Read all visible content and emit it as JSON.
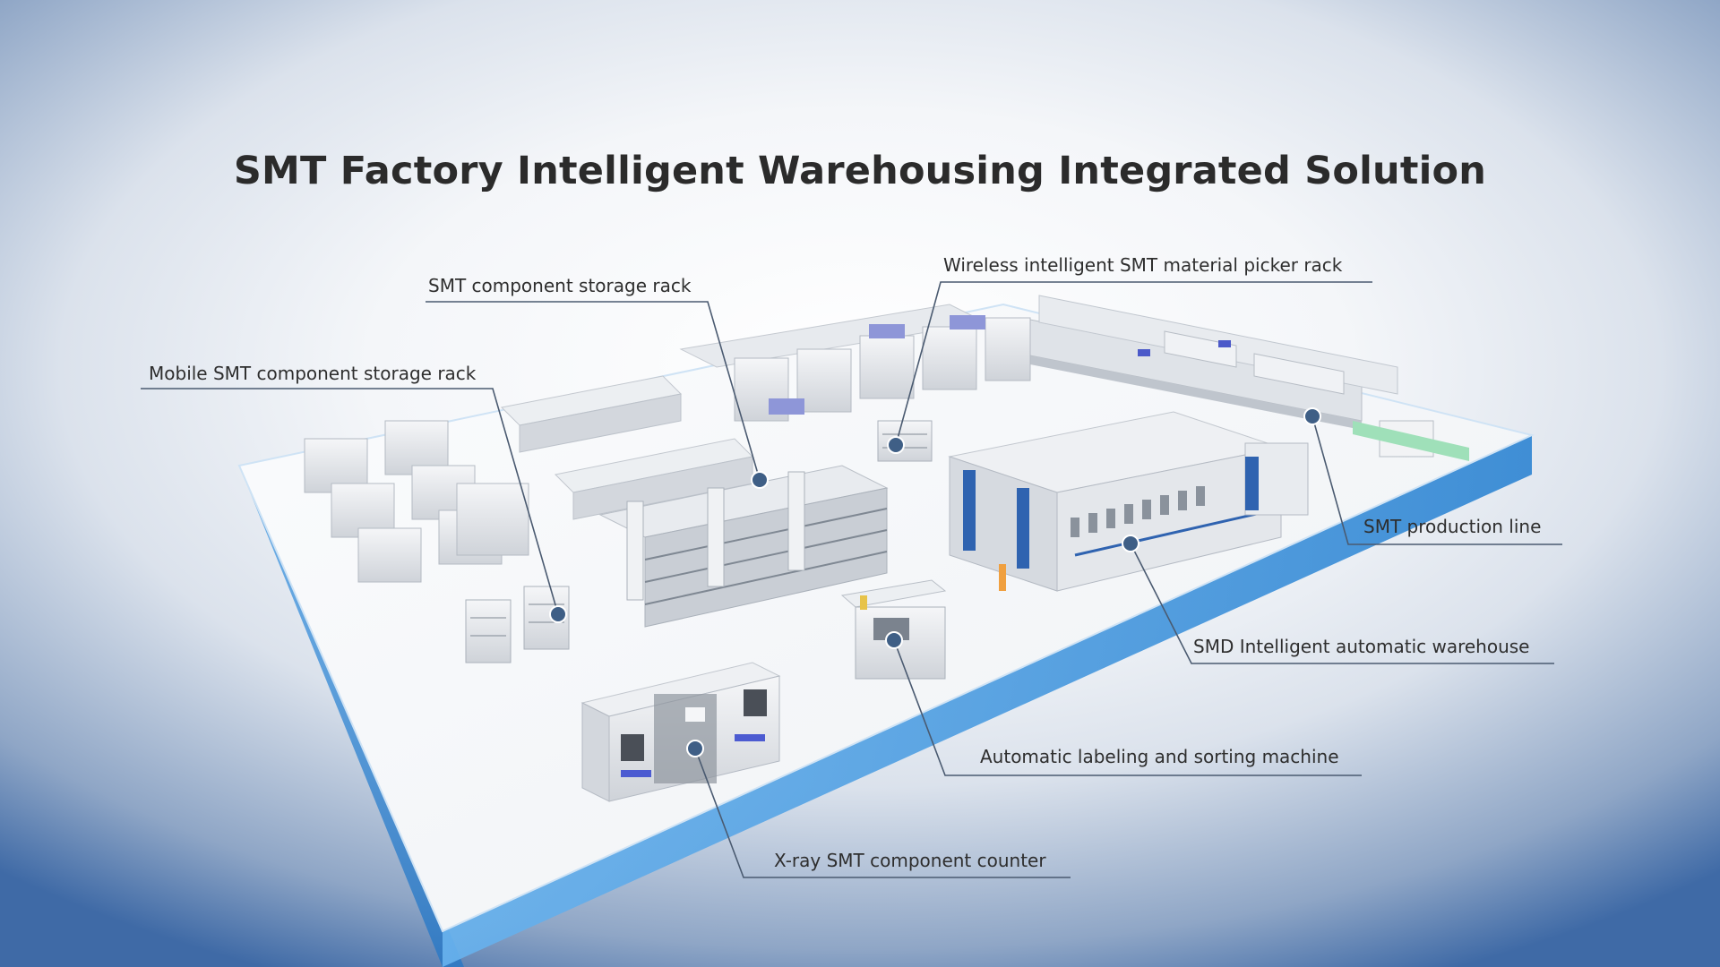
{
  "title": "SMT Factory Intelligent Warehousing Integrated Solution",
  "callouts": {
    "wireless_picker_rack": "Wireless intelligent SMT material picker rack",
    "component_storage_rack": "SMT component storage rack",
    "mobile_storage_rack": "Mobile SMT component storage rack",
    "production_line": "SMT production line",
    "automatic_warehouse": "SMD Intelligent automatic warehouse",
    "labeling_sorting_machine": "Automatic labeling and sorting machine",
    "xray_counter": "X-ray SMT component counter"
  },
  "colors": {
    "platform_edge": "#3d8fd6",
    "platform_top": "#f7f8fa",
    "leader_line": "#4a5a70",
    "marker_dot": "#3f5f86",
    "accent_blue": "#2f63b0"
  }
}
